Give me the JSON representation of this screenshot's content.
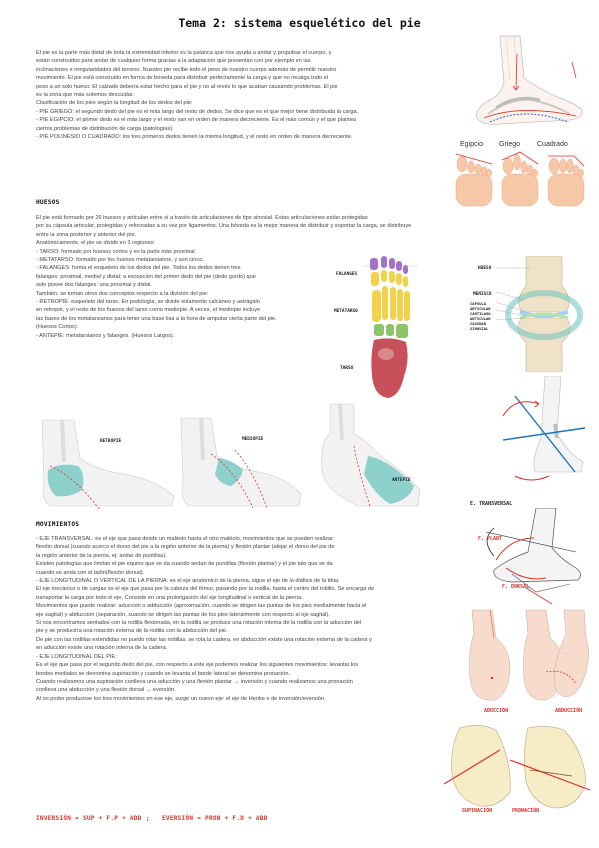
{
  "title": "Tema 2: sistema esquelético del pie",
  "intro": [
    "El pie es la parte más distal de toda la extremidad inferior es la palanca que nos ayuda a andar y propulsar el cuerpo, y",
    "están construidos para andar de cualquier forma gracias a la adaptación que presentan con por ejemplo en las",
    "inclinaciones e irregularidades del terreno. Nuestro pie recibe todo el peso de nuestro cuerpo además de permitir nuestro",
    "movimiento. El pie está construido en forma de bóveda para distribuir perfectamente la carga y que no recaiga todo el",
    "peso a un solo hueso. El calzado debería estar hecho para el pie y no al revés lo que acaban causando problemas. El pie",
    "es la zona que más solemos descuidar.",
    "Clasificación de los pies según la longitud de los dedos del pie:",
    "- PIE GRIEGO: el segundo dedo del pie es el más largo del resto de dedos. Se dice que es el que mejor tiene distribuida la carga.",
    "- PIE EGIPCIO: el primer dedo es el más largo y el resto van en orden de manera decreciente. Es el más común y el que plantea",
    "ciertos problemas de distribución de carga (patologías).",
    "- PIE POLINESIO O CUADRADO: los tres primeros dedos tienen la misma longitud, y el resto en orden de manera decreciente."
  ],
  "huesos": {
    "heading": "HUESOS",
    "lines": [
      "El pie está formado por 26 huesos y articulan entre sí a través de articulaciones de tipo sinovial. Estas articulaciones están protegidas",
      "por su cápsula articular, protegidas y reforzadas a su vez por ligamentos. Una bóveda es la mejor manera de distribuir y soportar la carga, se distribuye",
      "entre la zona posterior y anterior del pie.",
      "Anatómicamente, el pie se divide en 3 regiones:",
      "- TARSO: formado por huesos cortos y es la parte más proximal.",
      "- METATARSO: formado por los huesos metatarsianos, y son cinco.",
      "- FALANGES: forma el esqueleto de los dedos del pie. Todos los dedos tienen tres",
      "falanges: proximal, medial y distal; a excepción del primer dedo del pie (dedo gordo) que",
      "solo posee dos falanges: una proximal y distal.",
      "También, se toman otros dos conceptos respecto a la división del pie:",
      "- RETROPIE: esqueleto del tarso. En podología, se divide solamente calcáneo y astrágalo",
      "en retropié, y el resto de los huesos del tarso como mediopie. A veces, el mediopie incluye",
      "las bases de los metatarsianos para tener una base lisa a la hora de amputar cierta parte del pie.",
      "(Huesos Cortos).",
      "- ANTEPIE: metatarsianos y falanges. (Huesos Largos)."
    ]
  },
  "movimientos": {
    "heading": "MOVIMIENTOS",
    "lines": [
      "- EJE TRANSVERSAL: es el eje que pasa desde un maléolo hasta el otro maléolo, movimientos que se pueden realizar:",
      "flexión dorsal (cuando acerco el dorso del pie a la región anterior de la pierna) y flexión plantar (alejar el dorso del pie de",
      "la región anterior de la pierna, ej: andar de puntillas).",
      "Existen patologías que limitan el pie equino que se da cuando andan de puntillas (flexión plantar) y el pie talo que se da",
      "cuando se anda con el talón(flexión dorsal).",
      "- EJE LONGITUDINAL O VERTICAL DE LA PIERNA: es el eje anatómico de la pierna, sigue el eje de la diáfisis de la tibia.",
      "El eje mecánico o de cargas es el eje que pasa por la cabeza del fémur, pasando por la rodilla, hasta el centro del tobillo. Se encarga de",
      "transportar la carga por todo el eje. Consiste en una prolongación del eje longitudinal o vertical de la pierna.",
      "Movimientos que puede realizar: aducción o adducción (aproximación, cuando se dirigen las puntas de los pies medialmente hacia el",
      "eje sagital) y abducción (separación, cuando se dirigen las puntas de los pies lateralmente con respecto al eje sagital).",
      "Si nos encontramos sentados con la rodilla flexionada, en la rodilla se produce una rotación interna de la rodilla con la aducción del",
      "pie y se produciría una rotación externa de la rodilla con la abducción del pie.",
      "De pie con las rodillas extendidas no puedo rotar las rodillas, se rota la cadera, en abducción existe una rotación externa de la cadera y",
      "en aducción existe una rotación interna de la cadera.",
      "- EJE LONGITUDINAL DEL PIE:",
      "Es el eje que pasa por el segundo dedo del pie, con respecto a este eje podemos realizar los siguientes movimientos: levantar los",
      "bordes mediales se denomina supinación y cuando se levanta el borde lateral se denomina pronación.",
      "Cuando realizamos una supinación conlleva una aducción y una flexión plantar → inversión y cuando realizamos una pronación",
      "conlleva una abducción y una flexión dorsal → eversión.",
      "Al no poder producirse los tres movimientos en ese eje, surge un nuevo eje: el eje de Henke o de inversión/eversión."
    ]
  },
  "formulas": {
    "inversion": "INVERSIÓN = SUP + F.P + ADD",
    "separator": ";",
    "eversion": "EVERSIÓN = PRON + F.D + ABD"
  },
  "foot_types": {
    "egipcio": "Egipcio",
    "griego": "Griego",
    "cuadrado": "Cuadrado"
  },
  "skeleton_labels": [
    "FALANGES",
    "METATARSO",
    "TARSO"
  ],
  "joint_labels": [
    "MENISCO",
    "CAPSULA ARTICULAR",
    "CARTILAGO ARTICULAR",
    "CAVIDAD SINOVIAL",
    "HUESO"
  ],
  "region_labels": {
    "retropie": "RETROPIE",
    "mediopie": "MEDIOPIE",
    "antepie": "ANTEPIE"
  },
  "axis_labels": {
    "transversal": "E. TRANSVERSAL",
    "fp": "F. PLANT",
    "fd": "F. DORSAL",
    "aduccion": "ADUCCIÓN",
    "abduccion": "ABDUCCIÓN",
    "supinacion": "SUPINACIÓN",
    "pronacion": "PRONACIÓN"
  },
  "colors": {
    "accent_red": "#e0302a",
    "skin": "#f6c8a8",
    "bone_yellow": "#f1d24a",
    "bone_purple": "#a472c8",
    "bone_green": "#8cc46a",
    "teal": "#6cc3c0"
  }
}
